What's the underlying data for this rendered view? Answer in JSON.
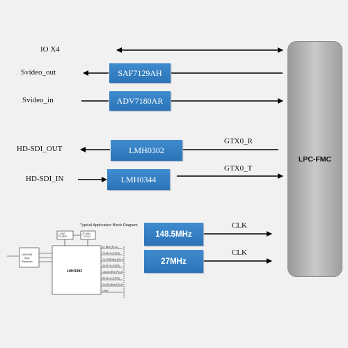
{
  "labels": {
    "io_x4": "IO X4",
    "svideo_out": "Svideo_out",
    "svideo_in": "Svideo_in",
    "hdsdi_out": "HD-SDI_OUT",
    "hdsdi_in": "HD-SDI_IN",
    "gtx0_r": "GTX0_R",
    "gtx0_t": "GTX0_T",
    "clk1": "CLK",
    "clk2": "CLK"
  },
  "blocks": {
    "saf7129ah": "SAF7129AH",
    "adv7180ar": "ADV7180AR",
    "lmh0302": "LMH0302",
    "lmh0344": "LMH0344",
    "clk148": "148.5MHz",
    "clk27": "27MHz",
    "lpc_fmc": "LPC-FMC"
  },
  "colors": {
    "block_fill": "#2f7bbf",
    "fmc_fill": "#b3b3b3",
    "line": "#000000"
  },
  "app_diagram": {
    "title": "Typical Application Block Diagram",
    "loop_filter": "LOOP FILTER",
    "vcxo": "27 MHz VCXO",
    "sync_sep": "LMH1981 Sync Separator",
    "main_chip": "LMH1983",
    "outputs": [
      "27 MHz (PLL1)",
      "74.25 Hz (TOF1)",
      "74.1758 MHz (PLL2)",
      "29.97 Hz (TOF2)",
      "148.35 MHz (PLL3)",
      "59.94 Hz (TOF3)",
      "24.576 MHz (PLL4)",
      "1 kHz"
    ]
  }
}
